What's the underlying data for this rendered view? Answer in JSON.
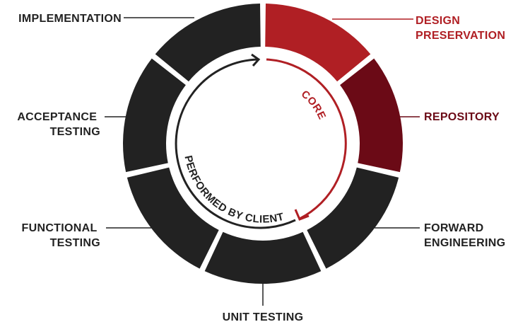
{
  "colors": {
    "core_red": "#b01f24",
    "repository_dark_red": "#6b0a16",
    "dark": "#222222",
    "gap": "#ffffff"
  },
  "segments": [
    {
      "label_lines": [
        "DESIGN",
        "PRESERVATION"
      ],
      "color": "#b01f24",
      "text_color": "#b01f24"
    },
    {
      "label_lines": [
        "REPOSITORY"
      ],
      "color": "#6b0a16",
      "text_color": "#6b0a16"
    },
    {
      "label_lines": [
        "FORWARD",
        "ENGINEERING"
      ],
      "color": "#222222",
      "text_color": "#222222"
    },
    {
      "label_lines": [
        "UNIT TESTING"
      ],
      "color": "#222222",
      "text_color": "#222222"
    },
    {
      "label_lines": [
        "FUNCTIONAL",
        "TESTING"
      ],
      "color": "#222222",
      "text_color": "#222222"
    },
    {
      "label_lines": [
        "ACCEPTANCE",
        "TESTING"
      ],
      "color": "#222222",
      "text_color": "#222222"
    },
    {
      "label_lines": [
        "IMPLEMENTATION"
      ],
      "color": "#222222",
      "text_color": "#222222"
    }
  ],
  "inner_arrows": {
    "core_label": "CORE",
    "client_label": "PERFORMED BY CLIENT"
  }
}
